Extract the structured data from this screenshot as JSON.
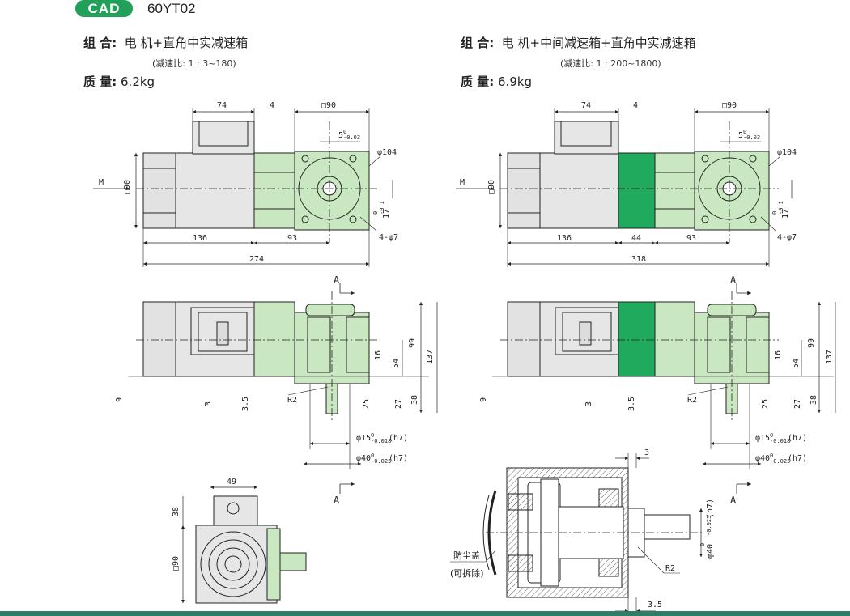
{
  "header": {
    "badge": "CAD",
    "model": "60YT02"
  },
  "left": {
    "combo_label": "组 合:",
    "combo_value": "电 机+直角中实减速箱",
    "ratio": "(减速比: 1 : 3~180)",
    "mass_label": "质 量:",
    "mass_value": "6.2kg",
    "dims": {
      "d74": "74",
      "d4": "4",
      "sq90": "□90",
      "d5": "5",
      "d5tol": "0",
      "d5tol2": "-0.03",
      "phi104": "φ104",
      "M": "M",
      "sq90v": "□90",
      "d17": "17",
      "d17tol": "0",
      "d17tol2": "-0.1",
      "d136": "136",
      "d93": "93",
      "d4phi7": "4-φ7",
      "d274": "274",
      "A1": "A",
      "A2": "A",
      "d16": "16",
      "d54": "54",
      "d99": "99",
      "d137": "137",
      "d9": "9",
      "d3": "3",
      "d35": "3.5",
      "R2": "R2",
      "d25": "25",
      "d27": "27",
      "d38": "38",
      "phi15": "φ15",
      "phi15tol": "0",
      "phi15tol2": "-0.018",
      "phi15fit": "(h7)",
      "phi40": "φ40",
      "phi40tol": "0",
      "phi40tol2": "-0.025",
      "phi40fit": "(h7)",
      "d49": "49",
      "d38v": "38",
      "sq90b": "□90"
    }
  },
  "right": {
    "combo_label": "组 合:",
    "combo_value": "电 机+中间减速箱+直角中实减速箱",
    "ratio": "(减速比: 1 : 200~1800)",
    "mass_label": "质 量:",
    "mass_value": "6.9kg",
    "dims": {
      "d74": "74",
      "d4": "4",
      "sq90": "□90",
      "d5": "5",
      "d5tol": "0",
      "d5tol2": "-0.03",
      "phi104": "φ104",
      "M": "M",
      "sq90v": "□90",
      "d17": "17",
      "d17tol": "0",
      "d17tol2": "-0.1",
      "d136": "136",
      "d44": "44",
      "d93": "93",
      "d4phi7": "4-φ7",
      "d318": "318",
      "A1": "A",
      "A2": "A",
      "d16": "16",
      "d54": "54",
      "d99": "99",
      "d137": "137",
      "d9": "9",
      "d3": "3",
      "d35": "3.5",
      "R2": "R2",
      "d25": "25",
      "d27": "27",
      "d38": "38",
      "phi15": "φ15",
      "phi15tol": "0",
      "phi15tol2": "-0.018",
      "phi15fit": "(h7)",
      "phi40": "φ40",
      "phi40tol": "0",
      "phi40tol2": "-0.025",
      "phi40fit": "(h7)",
      "sec3": "3",
      "sec35": "3.5",
      "secR2": "R2",
      "sec_phi40": "φ40",
      "sec_phi40tol": "0",
      "sec_phi40tol2": "-0.025",
      "sec_phi40fit": "(h7)",
      "dustcap1": "防尘盖",
      "dustcap2": "(可拆除)"
    }
  },
  "colors": {
    "gearbox": "#c9e7c0",
    "mid_gearbox": "#1faa5e",
    "motor": "#e6e6e6",
    "badge": "#22a05a",
    "line": "#222222"
  }
}
